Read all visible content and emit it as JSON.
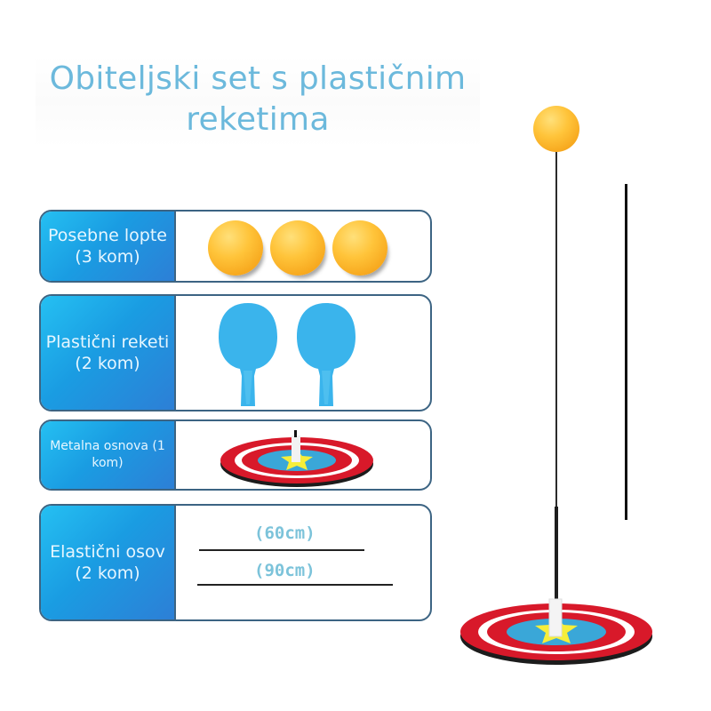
{
  "title": {
    "line1": "Obiteljski set s plastičnim",
    "line2": "reketima"
  },
  "items": [
    {
      "label": "Posebne lopte (3 kom)",
      "icon": "orange-ball-icon",
      "count": 3
    },
    {
      "label": "Plastični reketi (2 kom)",
      "icon": "blue-paddle-icon",
      "count": 2
    },
    {
      "label": "Metalna osnova (1 kom)",
      "icon": "target-base-icon",
      "count": 1
    },
    {
      "label": "Elastični osov (2 kom)",
      "icon": "elastic-rod-icon",
      "count": 2
    }
  ],
  "rod_lengths": [
    "(60cm)",
    "(90cm)"
  ],
  "colors": {
    "title": "#6cb9dc",
    "label_gradient_start": "#25c0f2",
    "label_gradient_end": "#2d7fd6",
    "border": "#3c6483",
    "ball": "#ffc43a",
    "paddle": "#3ab4ec",
    "base_red": "#d8192a",
    "base_blue": "#3aa7d8",
    "star_yellow": "#f6ee3a"
  }
}
